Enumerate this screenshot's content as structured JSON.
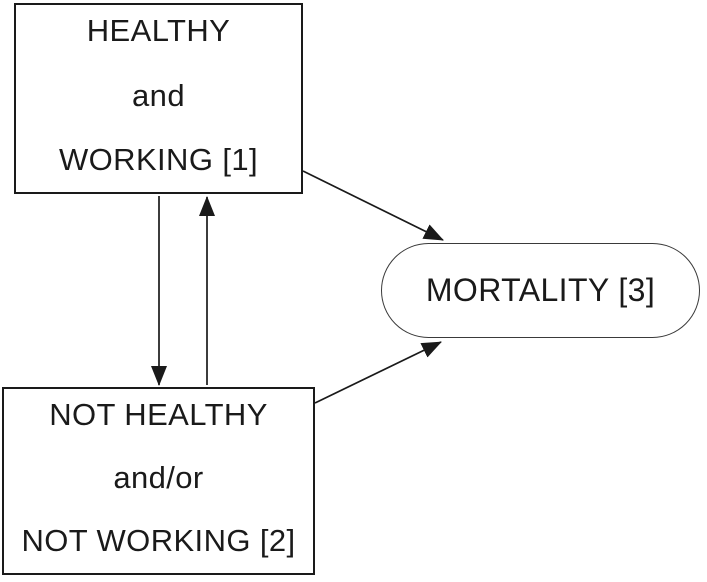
{
  "nodes": {
    "state1": {
      "id": "[1]",
      "lines": [
        "HEALTHY",
        "and",
        "WORKING [1]"
      ]
    },
    "state2": {
      "id": "[2]",
      "lines": [
        "NOT HEALTHY",
        "and/or",
        "NOT WORKING [2]"
      ]
    },
    "state3": {
      "id": "[3]",
      "label": "MORTALITY [3]"
    }
  },
  "edges": [
    {
      "from": "state1",
      "to": "state2"
    },
    {
      "from": "state2",
      "to": "state1"
    },
    {
      "from": "state1",
      "to": "state3"
    },
    {
      "from": "state2",
      "to": "state3"
    }
  ],
  "colors": {
    "ink": "#1a1a1a",
    "background": "#ffffff"
  }
}
